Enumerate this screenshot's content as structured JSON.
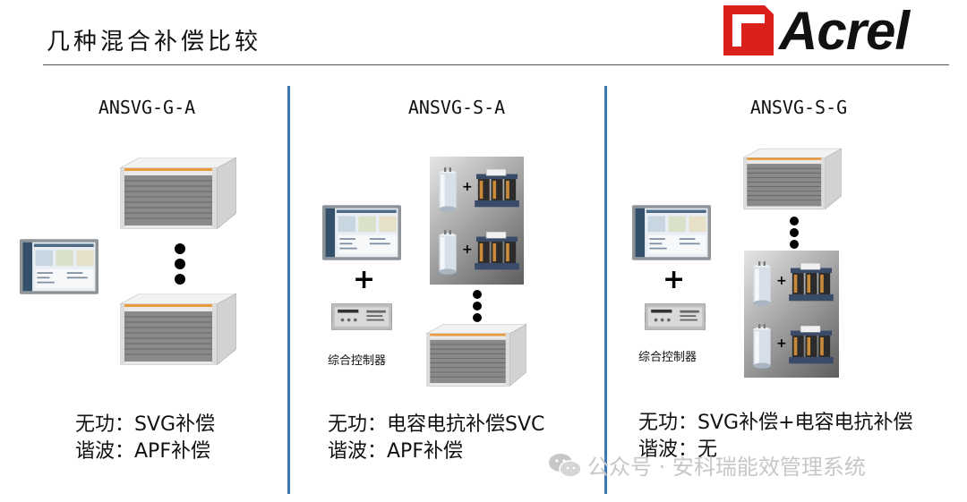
{
  "header": {
    "title": "几种混合补偿比较",
    "logo_text": "Acrel"
  },
  "columns": [
    {
      "title": "ANSVG-G-A",
      "compensation": {
        "reactive": "无功：SVG补偿",
        "harmonic": "谐波：APF补偿"
      }
    },
    {
      "title": "ANSVG-S-A",
      "controller_label": "综合控制器",
      "compensation": {
        "reactive": "无功：电容电抗补偿SVC",
        "harmonic": "谐波：APF补偿"
      }
    },
    {
      "title": "ANSVG-S-G",
      "controller_label": "综合控制器",
      "compensation": {
        "reactive": "无功：SVG补偿+电容电抗补偿",
        "harmonic": "谐波：无"
      }
    }
  ],
  "watermark": "公众号 · 安科瑞能效管理系统",
  "colors": {
    "divider": "#3a78b5",
    "logo_red": "#d9201d",
    "cabinet_stripe": "#e89a3c"
  }
}
